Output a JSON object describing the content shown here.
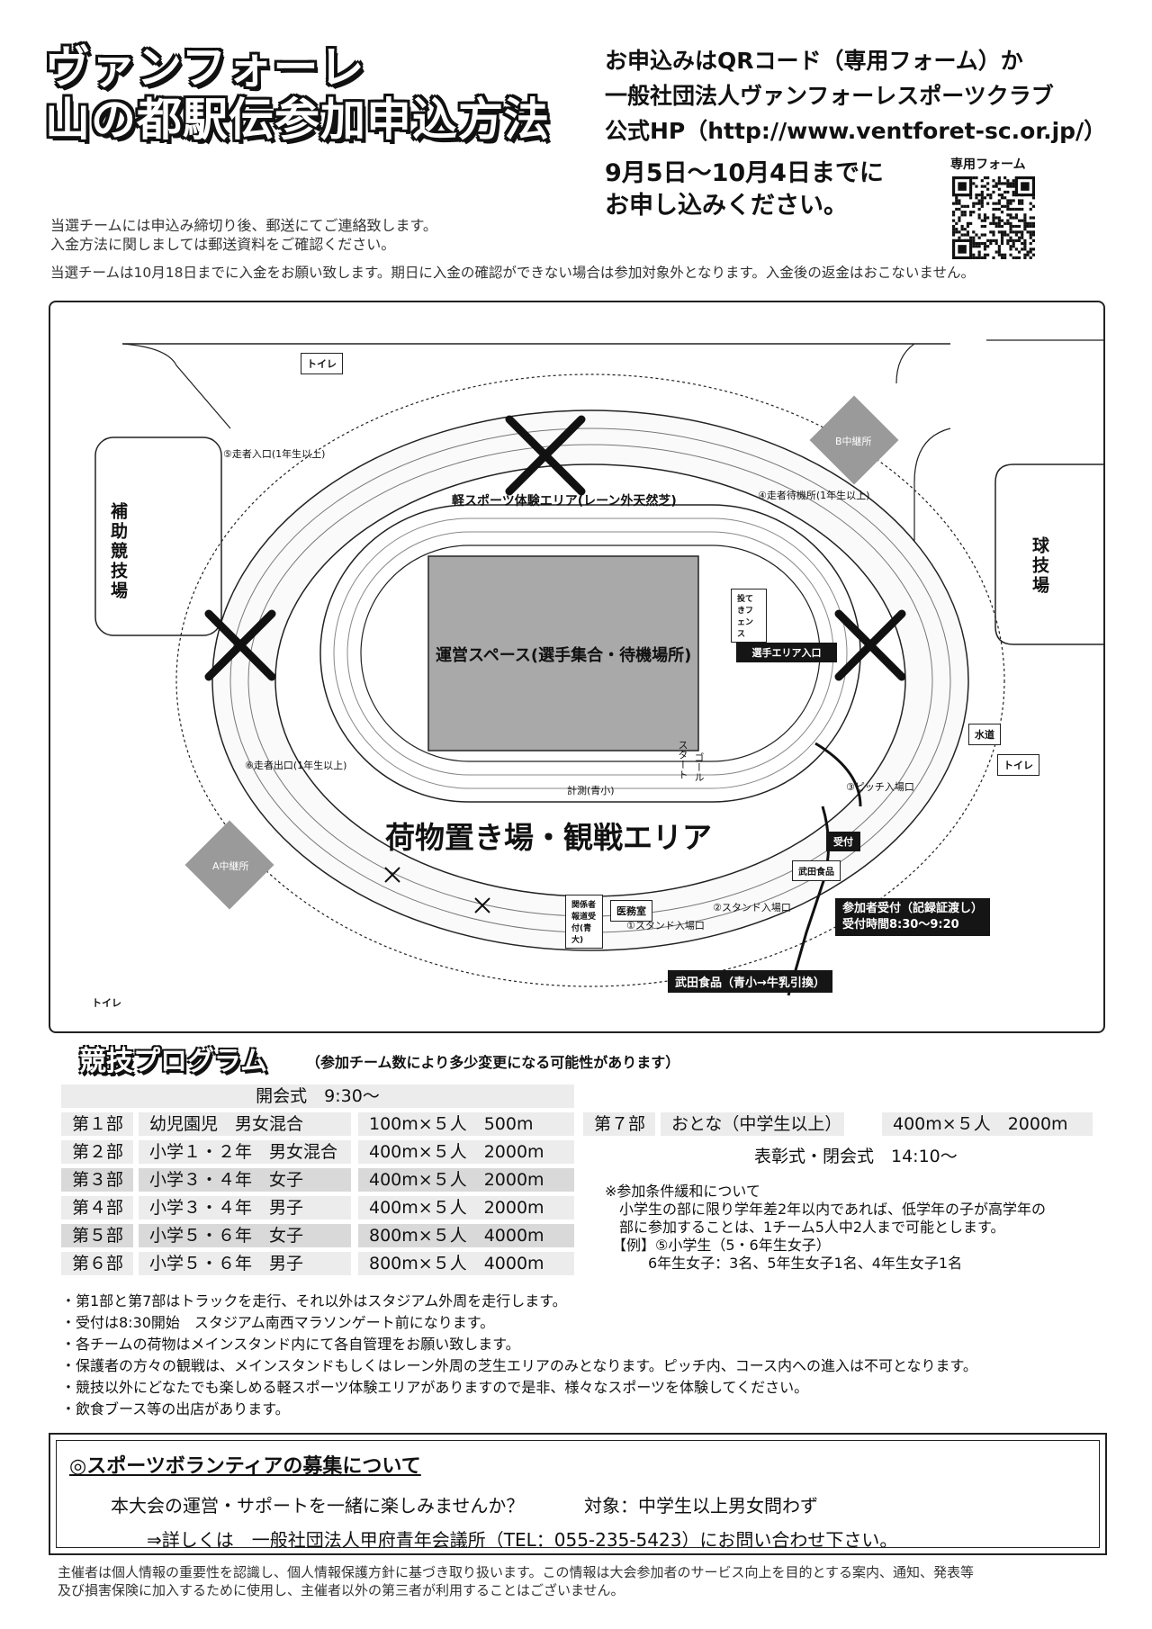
{
  "header": {
    "title_line1": "ヴァンフォーレ",
    "title_line2": "山の都駅伝参加申込方法",
    "apply_lines": [
      "お申込みはQRコード（専用フォーム）か",
      "一般社団法人ヴァンフォーレスポーツクラブ",
      "公式HP（http://www.ventforet-sc.or.jp/）"
    ],
    "deadline_line1": "9月5日〜10月4日までに",
    "deadline_line2": "お申し込みください。",
    "qr_label": "専用フォーム"
  },
  "notices": [
    "当選チームには申込み締切り後、郵送にてご連絡致します。",
    "入金方法に関しましては郵送資料をご確認ください。",
    "当選チームは10月18日までに入金をお願い致します。期日に入金の確認ができない場合は参加対象外となります。入金後の返金はおこないません。"
  ],
  "map": {
    "toilet": "トイレ",
    "b_relay": "B中継所",
    "a_relay": "A中継所",
    "runner_entrance": "⑤走者入口(1年生以上)",
    "runner_waiting": "④走者待機所(1年生以上)",
    "runner_exit": "⑥走者出口(1年生以上)",
    "light_sports": "軽スポーツ体験エリア(レーン外天然芝)",
    "sub_field": "補助競技場",
    "ball_field": "球技場",
    "management": "運営スペース(選手集合・待機場所)",
    "throw_fence": "投てきフェンス",
    "player_area": "選手エリア入口",
    "water": "水道",
    "goal": "ゴール",
    "start": "スタート",
    "timing": "計測(青小)",
    "pitch_entrance": "③ピッチ入場口",
    "luggage": "荷物置き場・観戦エリア",
    "reception_short": "受付",
    "takeda_small": "武田食品",
    "press": "関係者報道受付(青大)",
    "medical": "医務室",
    "stand1": "①スタンド入場口",
    "stand2": "②スタンド入場口",
    "reception_line1": "参加者受付（記録証渡し）",
    "reception_line2": "受付時間8:30〜9:20",
    "takeda": "武田食品（青小→牛乳引換）"
  },
  "program": {
    "title": "競技プログラム",
    "note": "（参加チーム数により多少変更になる可能性があります）",
    "opening": "開会式　9:30〜",
    "rows": [
      {
        "part": "第１部",
        "cat": "幼児園児　男女混合",
        "dist": "100m×５人　500m"
      },
      {
        "part": "第２部",
        "cat": "小学１・２年　男女混合",
        "dist": "400m×５人　2000m"
      },
      {
        "part": "第３部",
        "cat": "小学３・４年　女子",
        "dist": "400m×５人　2000m"
      },
      {
        "part": "第４部",
        "cat": "小学３・４年　男子",
        "dist": "400m×５人　2000m"
      },
      {
        "part": "第５部",
        "cat": "小学５・６年　女子",
        "dist": "800m×５人　4000m"
      },
      {
        "part": "第６部",
        "cat": "小学５・６年　男子",
        "dist": "800m×５人　4000m"
      }
    ],
    "row7": {
      "part": "第７部",
      "cat": "おとな（中学生以上）",
      "dist": "400m×５人　2000m"
    },
    "closing": "表彰式・閉会式　14:10〜",
    "conditions": [
      "※参加条件緩和について",
      "　小学生の部に限り学年差2年以内であれば、低学年の子が高学年の",
      "　部に参加することは、1チーム5人中2人まで可能とします。",
      "　【例】⑤小学生（5・6年生女子）",
      "　　　6年生女子：3名、5年生女子1名、4年生女子1名"
    ]
  },
  "bullets": [
    "・第1部と第7部はトラックを走行、それ以外はスタジアム外周を走行します。",
    "・受付は8:30開始　スタジアム南西マラソンゲート前になります。",
    "・各チームの荷物はメインスタンド内にて各自管理をお願い致します。",
    "・保護者の方々の観戦は、メインスタンドもしくはレーン外周の芝生エリアのみとなります。ピッチ内、コース内への進入は不可となります。",
    "・競技以外にどなたでも楽しめる軽スポーツ体験エリアがありますので是非、様々なスポーツを体験してください。",
    "・飲食ブース等の出店があります。"
  ],
  "volunteer": {
    "title": "◎スポーツボランティアの募集について",
    "question": "本大会の運営・サポートを一緒に楽しみませんか？",
    "target": "対象：中学生以上男女問わず",
    "detail": "⇒詳しくは　一般社団法人甲府青年会議所（TEL：055-235-5423）にお問い合わせ下さい。"
  },
  "footer": [
    "主催者は個人情報の重要性を認識し、個人情報保護方針に基づき取り扱います。この情報は大会参加者のサービス向上を目的とする案内、通知、発表等",
    "及び損害保険に加入するために使用し、主催者以外の第三者が利用することはございません。"
  ]
}
